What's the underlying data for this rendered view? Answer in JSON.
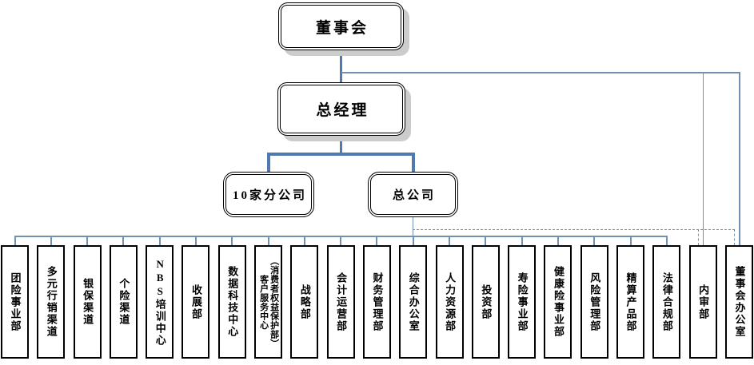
{
  "chart_type": "org-chart",
  "colors": {
    "connector_thick": "#4e7ab0",
    "connector_thin": "#7191b3",
    "shadow": "#cccccc",
    "border": "#000000"
  },
  "org": {
    "root": {
      "label": "董事会"
    },
    "general_manager": {
      "label": "总经理"
    },
    "level3": {
      "branches": {
        "label": "10家分公司"
      },
      "headquarters": {
        "label": "总公司"
      }
    },
    "departments": [
      {
        "label": "团险事业部"
      },
      {
        "label": "多元行销渠道"
      },
      {
        "label": "银保渠道"
      },
      {
        "label": "个险渠道"
      },
      {
        "label": "NBS培训中心"
      },
      {
        "label": "收展部"
      },
      {
        "label": "数据科技中心"
      },
      {
        "label": "客户服务中心\n（消费者权益保护部）"
      },
      {
        "label": "战略部"
      },
      {
        "label": "会计运营部"
      },
      {
        "label": "财务管理部"
      },
      {
        "label": "综合办公室"
      },
      {
        "label": "人力资源部"
      },
      {
        "label": "投资部"
      },
      {
        "label": "寿险事业部"
      },
      {
        "label": "健康险事业部"
      },
      {
        "label": "风险管理部"
      },
      {
        "label": "精算产品部"
      },
      {
        "label": "法律合规部"
      },
      {
        "label": "内审部",
        "dual_report": true
      },
      {
        "label": "董事会办公室",
        "dual_report": true
      }
    ]
  }
}
